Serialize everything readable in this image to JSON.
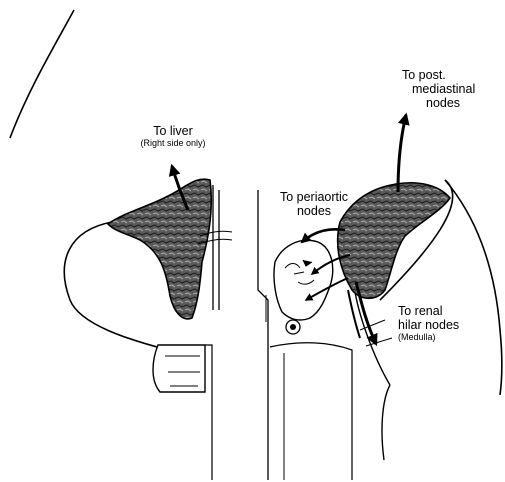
{
  "labels": {
    "liver": {
      "line1": "To liver",
      "note": "(Right side only)"
    },
    "mediastinal": {
      "line1": "To post.",
      "line2": "mediastinal",
      "line3": "nodes"
    },
    "periaortic": {
      "line1": "To periaortic",
      "line2": "nodes"
    },
    "renal": {
      "line1": "To renal",
      "line2": "hilar nodes",
      "note": "(Medulla)"
    }
  },
  "colors": {
    "ink": "#000000",
    "paper": "#ffffff",
    "gland": "#3a3a3a"
  }
}
